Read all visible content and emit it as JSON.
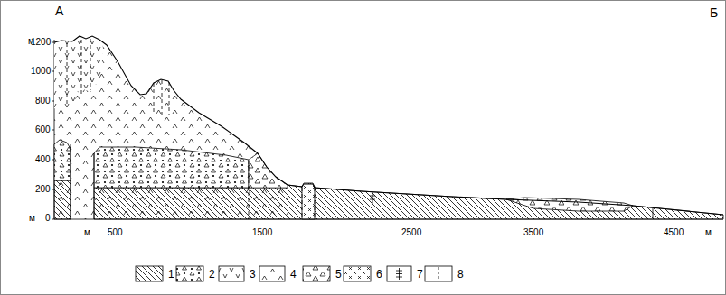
{
  "diagram": {
    "labels": [
      "А",
      "Б",
      "м",
      "1200",
      "1000",
      "800",
      "600",
      "400",
      "200",
      "м",
      "0",
      "м",
      "500",
      "1500",
      "2500",
      "3500",
      "4500",
      "м"
    ],
    "legend": [
      {
        "text": "1"
      },
      {
        "text": "2"
      },
      {
        "text": "3"
      },
      {
        "text": "4"
      },
      {
        "text": "5"
      },
      {
        "text": "6"
      },
      {
        "text": "7"
      },
      {
        "text": "8"
      }
    ]
  }
}
